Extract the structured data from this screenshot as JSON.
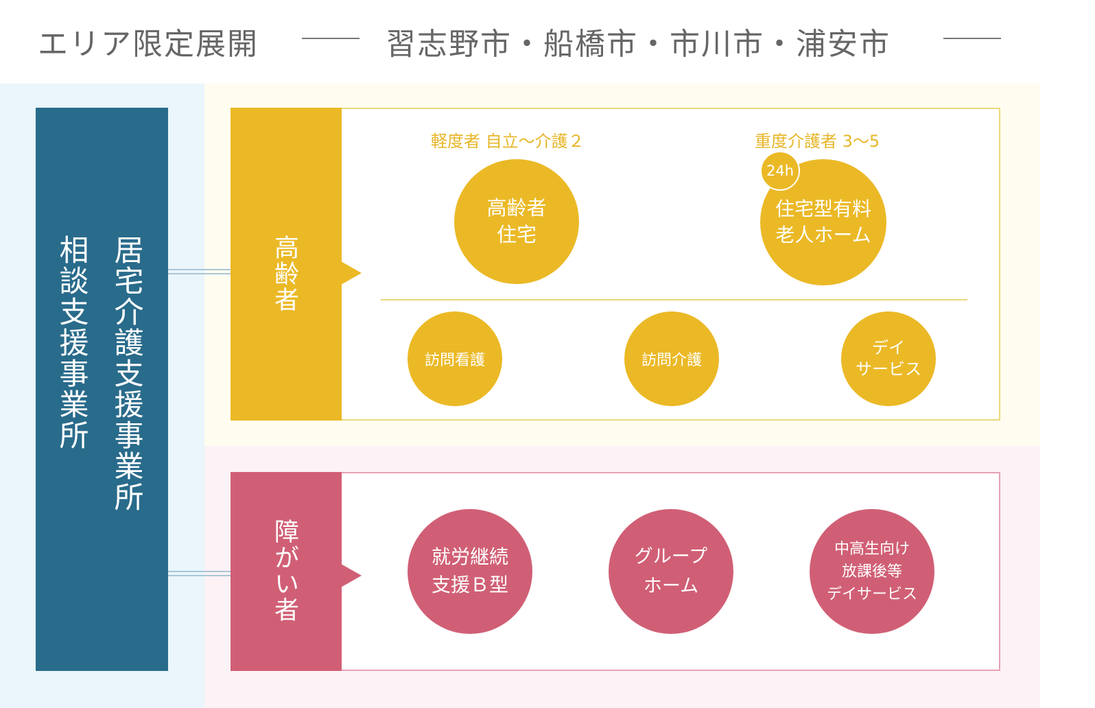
{
  "header": {
    "title": "エリア限定展開",
    "cities": "習志野市・船橋市・市川市・浦安市"
  },
  "left_block": {
    "kyotaku": "居宅介護支援事業所",
    "soudan": "相談支援事業所"
  },
  "elderly_section": {
    "label": "高齢者",
    "category_light": "軽度者 自立〜介護２",
    "category_heavy": "重度介護者 3〜5",
    "badge": "24h",
    "circles": {
      "koureisha_jutaku": "高齢者\n住宅",
      "yuryo_home": "住宅型有料\n老人ホーム",
      "houmon_kango": "訪問看護",
      "houmon_kaigo": "訪問介護",
      "day_service": "デイ\nサービス"
    }
  },
  "disability_section": {
    "label": "障がい者",
    "circles": {
      "shuro": "就労継続\n支援Ｂ型",
      "group_home": "グループ\nホーム",
      "houkago": "中高生向け\n放課後等\nデイサービス"
    }
  },
  "colors": {
    "navy": "#296b8b",
    "yellow": "#ebb926",
    "pink": "#d05f75",
    "header_text": "#666666"
  }
}
